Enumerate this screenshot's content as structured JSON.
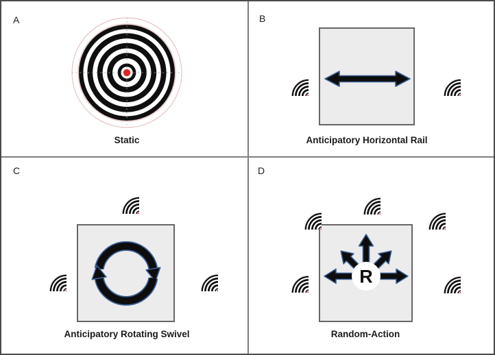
{
  "figure": {
    "panels": [
      {
        "id": "A",
        "label": "A",
        "caption": "Static",
        "icon": "large-bullseye-target",
        "target_count": 1
      },
      {
        "id": "B",
        "label": "B",
        "caption": "Anticipatory Horizontal Rail",
        "icon": "horizontal-double-arrow",
        "target_count": 2
      },
      {
        "id": "C",
        "label": "C",
        "caption": "Anticipatory Rotating Swivel",
        "icon": "clockwise-rotation-arrows",
        "target_count": 3
      },
      {
        "id": "D",
        "label": "D",
        "caption": "Random-Action",
        "icon": "radial-arrows-from-circle",
        "r_label": "R",
        "target_count": 5
      }
    ],
    "colors": {
      "background": "#ffffff",
      "border": "#4a4a4a",
      "divider": "#7f7f7f",
      "square_fill": "#ececec",
      "square_border": "#666666",
      "arrow_fill": "#0d0d0d",
      "arrow_outline": "#3a5f94",
      "target_ring": "#0f0f0f",
      "target_center": "#e02424",
      "target_halo": "#e6c3c3"
    }
  }
}
